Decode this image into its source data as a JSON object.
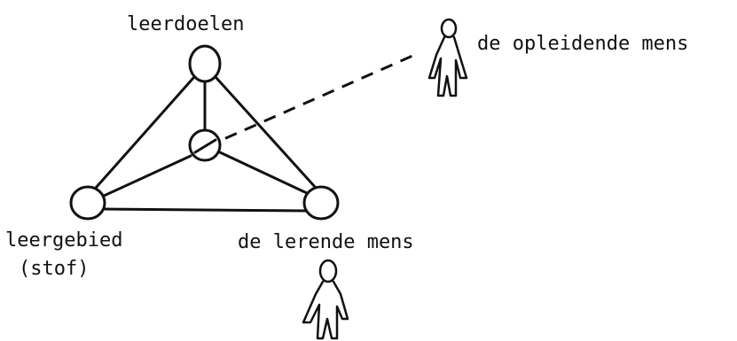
{
  "labels": {
    "top": "leerdoelen",
    "left_line1": "leergebied",
    "left_line2": "(stof)",
    "right": "de lerende mens",
    "person": "de opleidende mens"
  },
  "icons": {
    "learner": "person-figure-icon",
    "teacher": "person-figure-icon"
  },
  "colors": {
    "line": "#111111",
    "background": "#ffffff"
  }
}
